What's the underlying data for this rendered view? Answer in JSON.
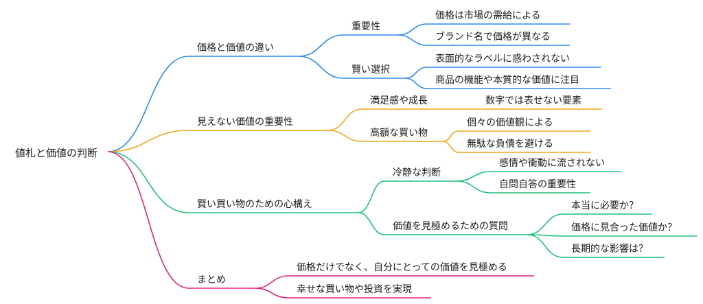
{
  "root": "値札と価値の判断",
  "colors": {
    "blue": "#2b8cf2",
    "orange": "#f1a71b",
    "green": "#1fc27a",
    "pink": "#ec1f78"
  },
  "branches": [
    {
      "label": "価格と価値の違い",
      "color": "blue",
      "children": [
        {
          "label": "重要性",
          "children": [
            "価格は市場の需給による",
            "ブランド名で価格が異なる"
          ]
        },
        {
          "label": "賢い選択",
          "children": [
            "表面的なラベルに惑わされない",
            "商品の機能や本質的な価値に注目"
          ]
        }
      ]
    },
    {
      "label": "見えない価値の重要性",
      "color": "orange",
      "children": [
        {
          "label": "満足感や成長",
          "children": [
            "数字では表せない要素"
          ]
        },
        {
          "label": "高額な買い物",
          "children": [
            "個々の価値観による",
            "無駄な負債を避ける"
          ]
        }
      ]
    },
    {
      "label": "賢い買い物のための心構え",
      "color": "green",
      "children": [
        {
          "label": "冷静な判断",
          "children": [
            "感情や衝動に流されない",
            "自問自答の重要性"
          ]
        },
        {
          "label": "価値を見極めるための質問",
          "children": [
            "本当に必要か？",
            "価格に見合った価値か？",
            "長期的な影響は？"
          ]
        }
      ]
    },
    {
      "label": "まとめ",
      "color": "pink",
      "children": [
        {
          "label": "価格だけでなく、自分にとっての価値を見極める",
          "children": []
        },
        {
          "label": "幸せな買い物や投資を実現",
          "children": []
        }
      ]
    }
  ]
}
